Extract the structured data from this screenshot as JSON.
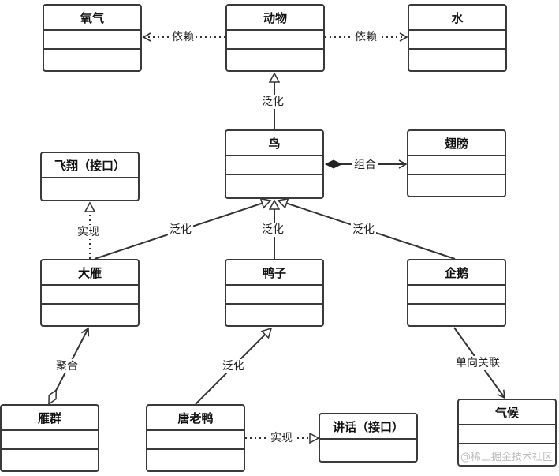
{
  "classes": {
    "oxygen": "氧气",
    "animal": "动物",
    "water": "水",
    "fly": "飞翔（接口）",
    "bird": "鸟",
    "wing": "翅膀",
    "goose": "大雁",
    "duck": "鸭子",
    "penguin": "企鹅",
    "flock": "雁群",
    "donald": "唐老鸭",
    "speak": "讲话（接口）",
    "climate": "气候"
  },
  "relations": {
    "dep_left": "依赖",
    "dep_right": "依赖",
    "gen_bird_animal": "泛化",
    "composition": "组合",
    "realize_fly": "实现",
    "gen_goose": "泛化",
    "gen_duck": "泛化",
    "gen_penguin": "泛化",
    "aggregation": "聚合",
    "gen_donald": "泛化",
    "realize_speak": "实现",
    "association": "单向关联"
  },
  "watermark": "@稀土掘金技术社区"
}
